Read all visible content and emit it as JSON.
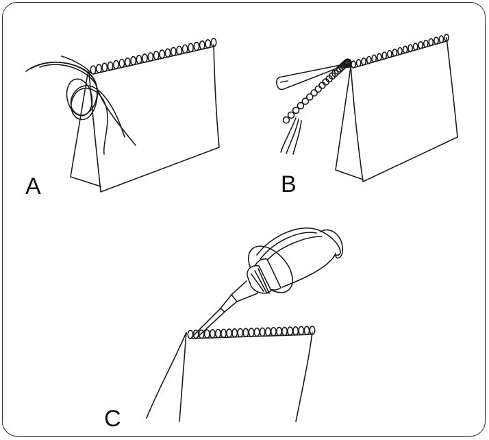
{
  "panels": [
    {
      "id": "A",
      "label": "A"
    },
    {
      "id": "B",
      "label": "B"
    },
    {
      "id": "C",
      "label": "C"
    }
  ],
  "colors": {
    "line": "#1a1a1a",
    "background": "#ffffff"
  }
}
